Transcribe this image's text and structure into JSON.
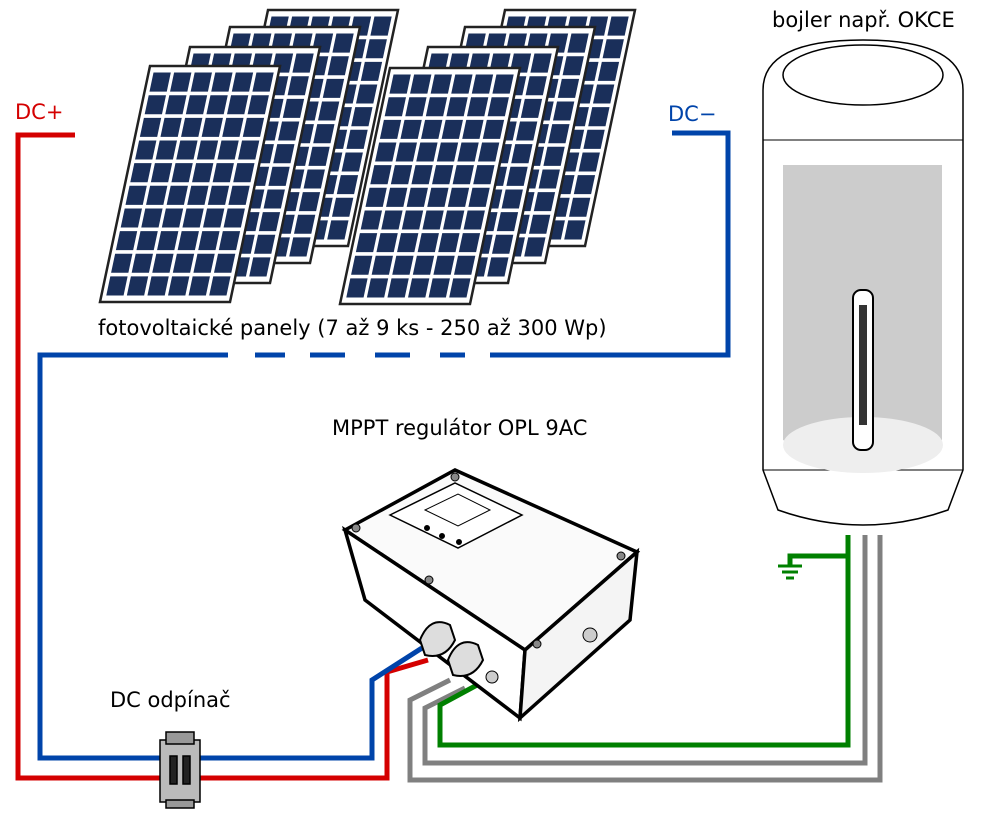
{
  "labels": {
    "dc_plus": "DC+",
    "dc_minus": "DC−",
    "boiler": "bojler např. OKCE",
    "panels": "fotovoltaické panely (7 až 9 ks - 250 až 300 Wp)",
    "regulator": "MPPT regulátor OPL 9AC",
    "switch": "DC odpínač"
  },
  "colors": {
    "positive_wire": "#d40000",
    "negative_wire": "#0044aa",
    "ground_wire": "#008000",
    "ac_wire": "#808080",
    "panel_cell": "#1a2f5a",
    "boiler_window": "#cccccc"
  },
  "icons": [
    "solar-panel",
    "boiler",
    "heating-element",
    "mppt-regulator",
    "dc-switch",
    "ground-symbol"
  ]
}
